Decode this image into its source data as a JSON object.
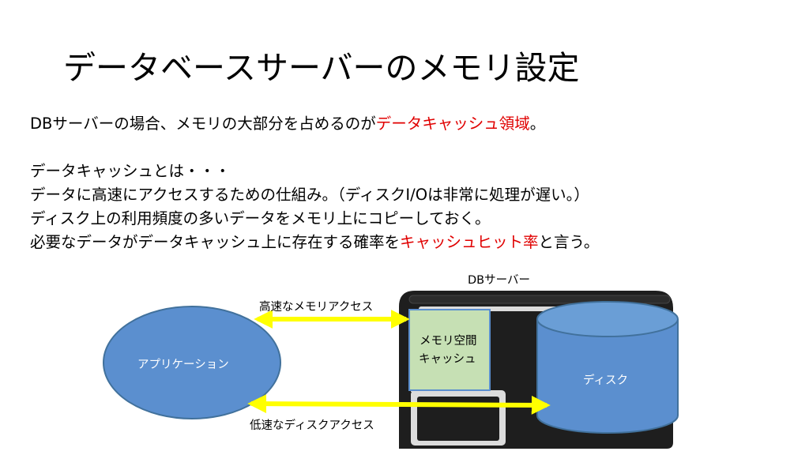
{
  "title": "データベースサーバーのメモリ設定",
  "text": {
    "line1_pre": "DBサーバーの場合、メモリの大部分を占めるのが",
    "line1_red": "データキャッシュ領域",
    "line1_post": "。",
    "line3": "データキャッシュとは・・・",
    "line4": "データに高速にアクセスするための仕組み。（ディスクI/Oは非常に処理が遅い。）",
    "line5": "ディスク上の利用頻度の多いデータをメモリ上にコピーしておく。",
    "line6_pre": "必要なデータがデータキャッシュ上に存在する確率を",
    "line6_red": "キャッシュヒット率",
    "line6_post": "と言う。"
  },
  "diagram": {
    "server_label": "DBサーバー",
    "fast_label": "高速なメモリアクセス",
    "slow_label": "低速なディスクアクセス",
    "app_label": "アプリケーション",
    "cache_label_1": "メモリ空間",
    "cache_label_2": "キャッシュ",
    "disk_label": "ディスク"
  },
  "colors": {
    "accent_red": "#e00000",
    "app_fill": "#5b8fcf",
    "cache_fill": "#c6e0b4",
    "server_body": "#1e1e1e",
    "arrow": "#ffff00"
  }
}
